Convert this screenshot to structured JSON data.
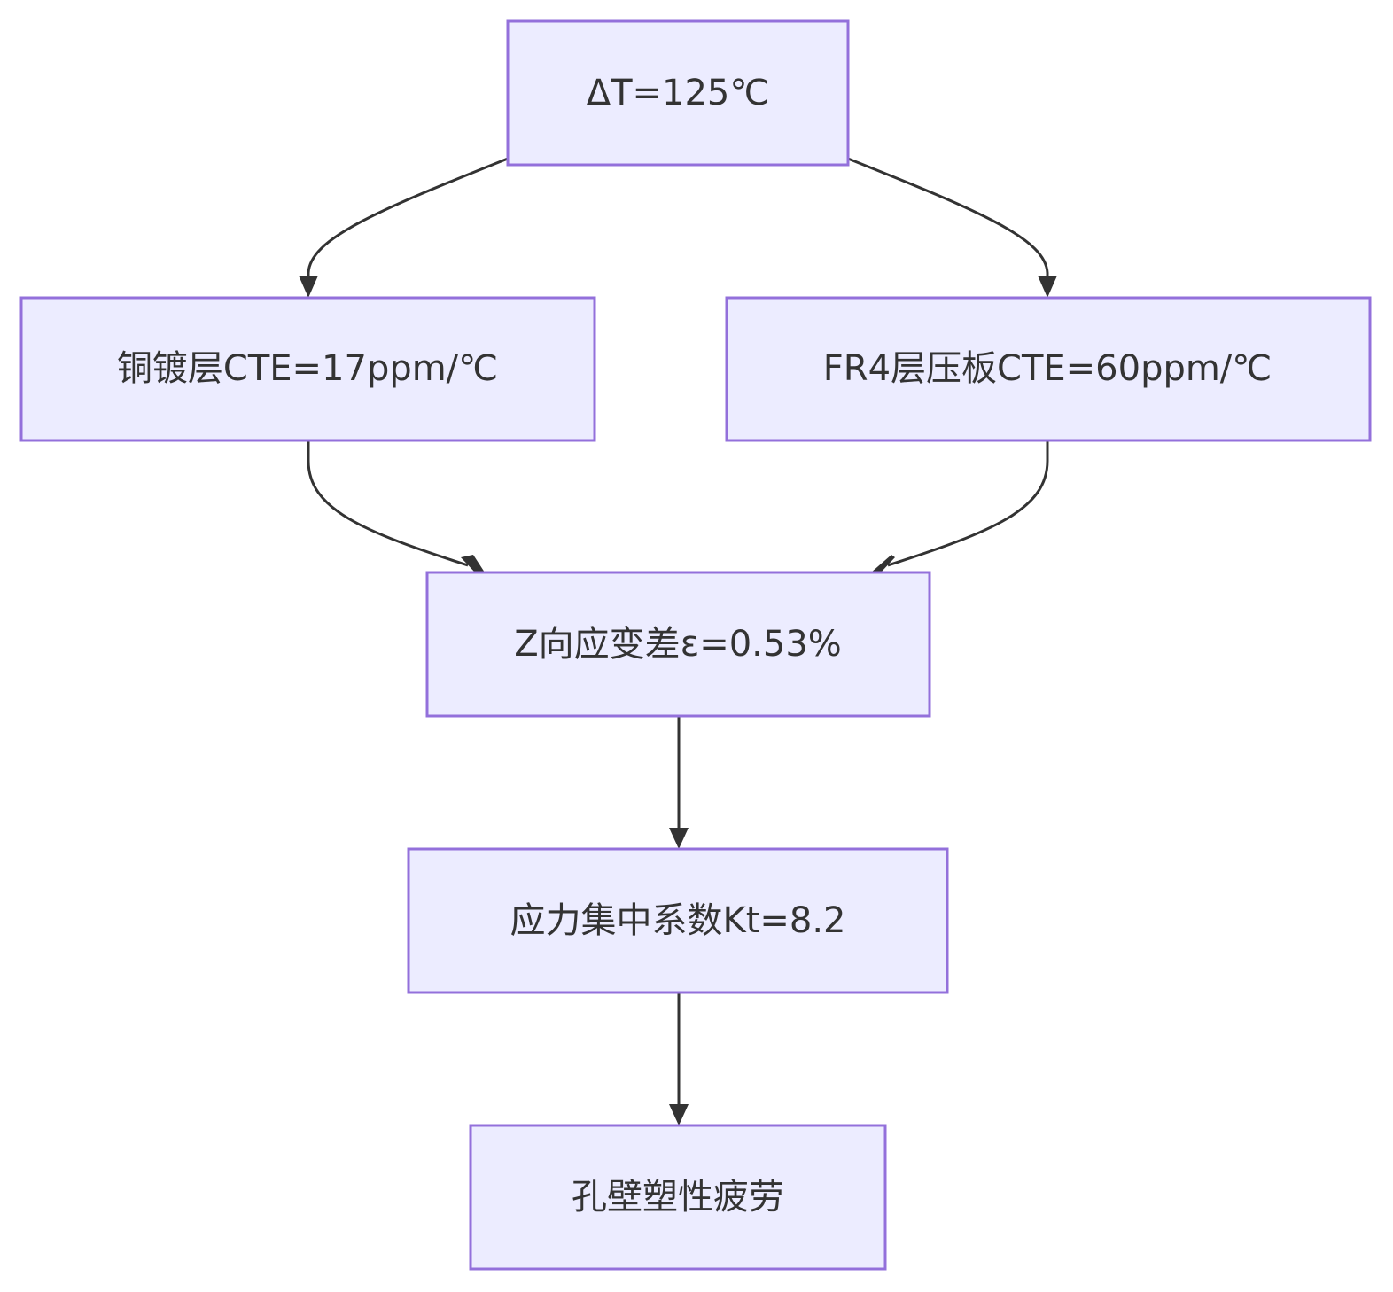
{
  "nodes": {
    "delta_t": "ΔT=125℃",
    "copper_cte": "铜镀层CTE=17ppm/℃",
    "fr4_cte": "FR4层压板CTE=60ppm/℃",
    "z_strain": "Z向应变差ε=0.53%",
    "stress_concentration": "应力集中系数Kt=8.2",
    "fatigue": "孔壁塑性疲劳"
  },
  "edges": [
    {
      "from": "delta_t",
      "to": "copper_cte"
    },
    {
      "from": "delta_t",
      "to": "fr4_cte"
    },
    {
      "from": "copper_cte",
      "to": "z_strain"
    },
    {
      "from": "fr4_cte",
      "to": "z_strain"
    },
    {
      "from": "z_strain",
      "to": "stress_concentration"
    },
    {
      "from": "stress_concentration",
      "to": "fatigue"
    }
  ],
  "colors": {
    "node_fill": "#ececff",
    "node_border": "#9370db",
    "edge": "#333333",
    "text": "#333333"
  }
}
